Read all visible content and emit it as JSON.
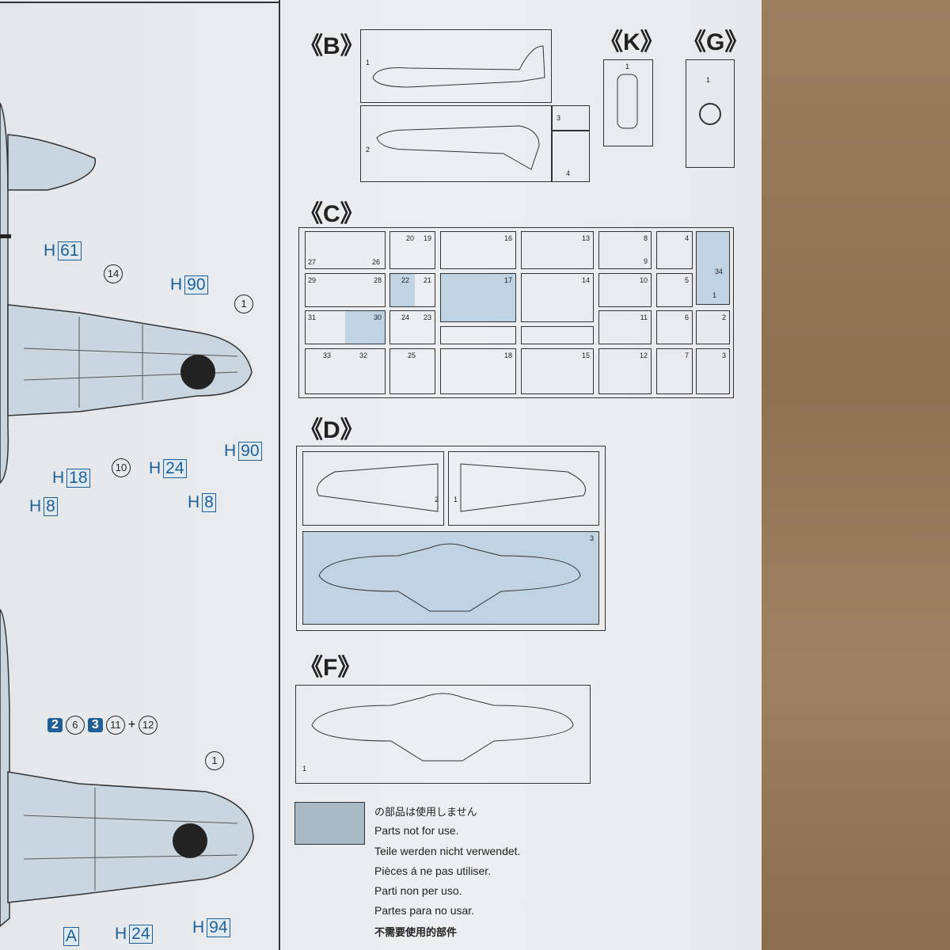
{
  "sections": {
    "B": "《B》",
    "K": "《K》",
    "G": "《G》",
    "C": "《C》",
    "D": "《D》",
    "F": "《F》"
  },
  "callouts": {
    "h61": {
      "letter": "H",
      "num": "61"
    },
    "h90a": {
      "letter": "H",
      "num": "90"
    },
    "h90b": {
      "letter": "H",
      "num": "90"
    },
    "h18": {
      "letter": "H",
      "num": "18"
    },
    "h24a": {
      "letter": "H",
      "num": "24"
    },
    "h8a": {
      "letter": "H",
      "num": "8"
    },
    "h8b": {
      "letter": "H",
      "num": "8"
    },
    "h24b": {
      "letter": "H",
      "num": "24"
    },
    "h94": {
      "letter": "H",
      "num": "94"
    },
    "a": {
      "num": "A"
    },
    "c14": "14",
    "c1a": "1",
    "c10": "10",
    "c1b": "1",
    "seq": {
      "s2": "2",
      "s6": "6",
      "s3": "3",
      "s11": "11",
      "plus": "+",
      "s12": "12"
    }
  },
  "parts": {
    "B": [
      "1",
      "2",
      "3",
      "4"
    ],
    "K": [
      "1"
    ],
    "G": [
      "1"
    ],
    "C": [
      "27",
      "26",
      "20",
      "19",
      "16",
      "13",
      "8",
      "9",
      "4",
      "29",
      "28",
      "22",
      "21",
      "17",
      "14",
      "10",
      "5",
      "34",
      "1",
      "31",
      "30",
      "24",
      "23",
      "11",
      "6",
      "2",
      "33",
      "32",
      "25",
      "18",
      "15",
      "12",
      "7",
      "3"
    ],
    "D": [
      "2",
      "1",
      "3"
    ],
    "F": [
      "1"
    ]
  },
  "legend": {
    "ja": "の部品は使用しません",
    "en": "Parts not for use.",
    "de": "Teile werden nicht verwendet.",
    "fr": "Pièces á ne pas utiliser.",
    "it": "Parti non per uso.",
    "es": "Partes para no usar.",
    "zh": "不需要使用的部件"
  },
  "colors": {
    "unused": "#bfd3e3",
    "callout": "#1f5f96"
  }
}
